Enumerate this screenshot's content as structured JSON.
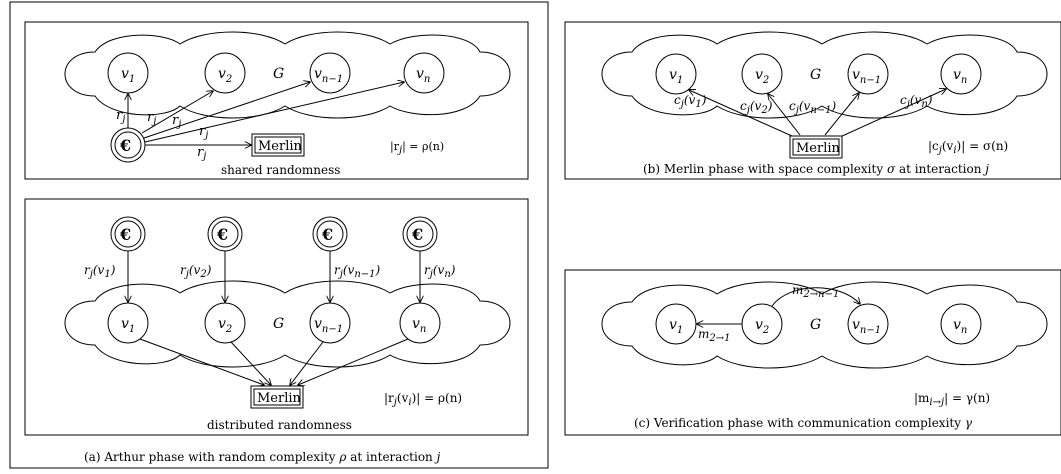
{
  "panel_a": {
    "caption_pre": "(a) Arthur phase with random complexity",
    "caption_rho": "ρ",
    "caption_mid": " at interaction ",
    "caption_j": "j",
    "top": {
      "label": "shared randomness",
      "formula": "|r",
      "formula_sub": "j",
      "formula_rest": "| = ρ(n)",
      "graph_label": "G",
      "coin_symbol": "€",
      "merlin": "Merlin",
      "edge_label": "r",
      "edge_sub": "j",
      "nodes": [
        {
          "name": "v",
          "sub": "1"
        },
        {
          "name": "v",
          "sub": "2"
        },
        {
          "name": "v",
          "sub": "n−1"
        },
        {
          "name": "v",
          "sub": "n"
        }
      ]
    },
    "bottom": {
      "label": "distributed randomness",
      "formula": "|r",
      "formula_sub": "j",
      "formula_rest": "(v",
      "formula_sub2": "i",
      "formula_end": ")| = ρ(n)",
      "graph_label": "G",
      "coin_symbol": "€",
      "merlin": "Merlin",
      "nodes": [
        {
          "name": "v",
          "sub": "1"
        },
        {
          "name": "v",
          "sub": "2"
        },
        {
          "name": "v",
          "sub": "n−1"
        },
        {
          "name": "v",
          "sub": "n"
        }
      ],
      "edge_labels": [
        {
          "pre": "r",
          "sub": "j",
          "mid": "(v",
          "sub2": "1",
          "post": ")"
        },
        {
          "pre": "r",
          "sub": "j",
          "mid": "(v",
          "sub2": "2",
          "post": ")"
        },
        {
          "pre": "r",
          "sub": "j",
          "mid": "(v",
          "sub2": "n−1",
          "post": ")"
        },
        {
          "pre": "r",
          "sub": "j",
          "mid": "(v",
          "sub2": "n",
          "post": ")"
        }
      ]
    }
  },
  "panel_b": {
    "caption_pre": "(b) Merlin phase with space complexity",
    "caption_sigma": "σ",
    "caption_mid": " at interaction ",
    "caption_j": "j",
    "graph_label": "G",
    "merlin": "Merlin",
    "formula": "|c",
    "formula_sub": "j",
    "formula_rest": "(v",
    "formula_sub2": "i",
    "formula_end": ")| = σ(n)",
    "nodes": [
      {
        "name": "v",
        "sub": "1"
      },
      {
        "name": "v",
        "sub": "2"
      },
      {
        "name": "v",
        "sub": "n−1"
      },
      {
        "name": "v",
        "sub": "n"
      }
    ],
    "edge_labels": [
      {
        "pre": "c",
        "sub": "j",
        "mid": "(v",
        "sub2": "1",
        "post": ")"
      },
      {
        "pre": "c",
        "sub": "j",
        "mid": "(v",
        "sub2": "2",
        "post": ")"
      },
      {
        "pre": "c",
        "sub": "j",
        "mid": "(v",
        "sub2": "n−1",
        "post": ")"
      },
      {
        "pre": "c",
        "sub": "j",
        "mid": "(v",
        "sub2": "n",
        "post": ")"
      }
    ]
  },
  "panel_c": {
    "caption_pre": "(c) Verification phase with communication complexity",
    "caption_gamma": "γ",
    "graph_label": "G",
    "formula": "|m",
    "formula_sub": "i→j",
    "formula_rest": "| = γ(n)",
    "nodes": [
      {
        "name": "v",
        "sub": "1"
      },
      {
        "name": "v",
        "sub": "2"
      },
      {
        "name": "v",
        "sub": "n−1"
      },
      {
        "name": "v",
        "sub": "n"
      }
    ],
    "edge_labels": [
      {
        "pre": "m",
        "sub": "2→1"
      },
      {
        "pre": "m",
        "sub": "2→n−1"
      }
    ]
  }
}
